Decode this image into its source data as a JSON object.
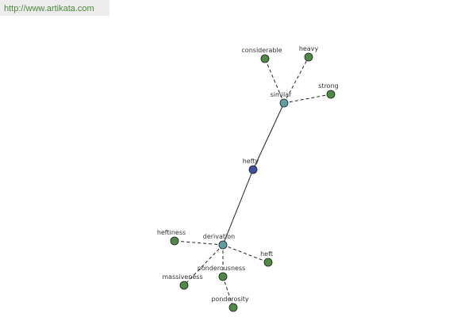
{
  "watermark": {
    "text": "http://www.artikata.com"
  },
  "colors": {
    "center": "#3d4fa0",
    "relation": "#5f9ea5",
    "leaf": "#4e8a43",
    "edge": "#222222",
    "watermark_text": "#4a8a3a",
    "watermark_bg": "#ededed"
  },
  "graph": {
    "nodes": [
      {
        "id": "hefty",
        "label": "hefty",
        "kind": "center"
      },
      {
        "id": "similar",
        "label": "similar",
        "kind": "relation"
      },
      {
        "id": "derivation",
        "label": "derivation",
        "kind": "relation"
      },
      {
        "id": "considerable",
        "label": "considerable",
        "kind": "leaf"
      },
      {
        "id": "heavy",
        "label": "heavy",
        "kind": "leaf"
      },
      {
        "id": "strong",
        "label": "strong",
        "kind": "leaf"
      },
      {
        "id": "heftiness",
        "label": "heftiness",
        "kind": "leaf"
      },
      {
        "id": "heft",
        "label": "heft",
        "kind": "leaf"
      },
      {
        "id": "massiveness",
        "label": "massiveness",
        "kind": "leaf"
      },
      {
        "id": "ponderousness",
        "label": "ponderousness",
        "kind": "leaf"
      },
      {
        "id": "ponderosity",
        "label": "ponderosity",
        "kind": "leaf"
      }
    ],
    "edges": [
      {
        "from": "hefty",
        "to": "similar",
        "style": "solid"
      },
      {
        "from": "hefty",
        "to": "derivation",
        "style": "solid"
      },
      {
        "from": "similar",
        "to": "considerable",
        "style": "dashed"
      },
      {
        "from": "similar",
        "to": "heavy",
        "style": "dashed"
      },
      {
        "from": "similar",
        "to": "strong",
        "style": "dashed"
      },
      {
        "from": "derivation",
        "to": "heftiness",
        "style": "dashed"
      },
      {
        "from": "derivation",
        "to": "heft",
        "style": "dashed"
      },
      {
        "from": "derivation",
        "to": "massiveness",
        "style": "dashed"
      },
      {
        "from": "derivation",
        "to": "ponderousness",
        "style": "dashed"
      },
      {
        "from": "ponderousness",
        "to": "ponderosity",
        "style": "dashed"
      }
    ]
  }
}
